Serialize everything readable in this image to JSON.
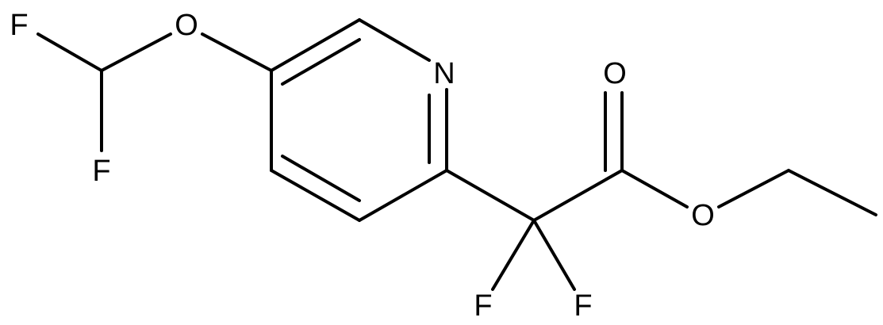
{
  "structure": {
    "atoms": {
      "f_top": "F",
      "o_ether": "O",
      "f_left": "F",
      "n_ring": "N",
      "o_carbonyl": "O",
      "o_ester": "O",
      "f_bottom_left": "F",
      "f_bottom_right": "F"
    }
  }
}
